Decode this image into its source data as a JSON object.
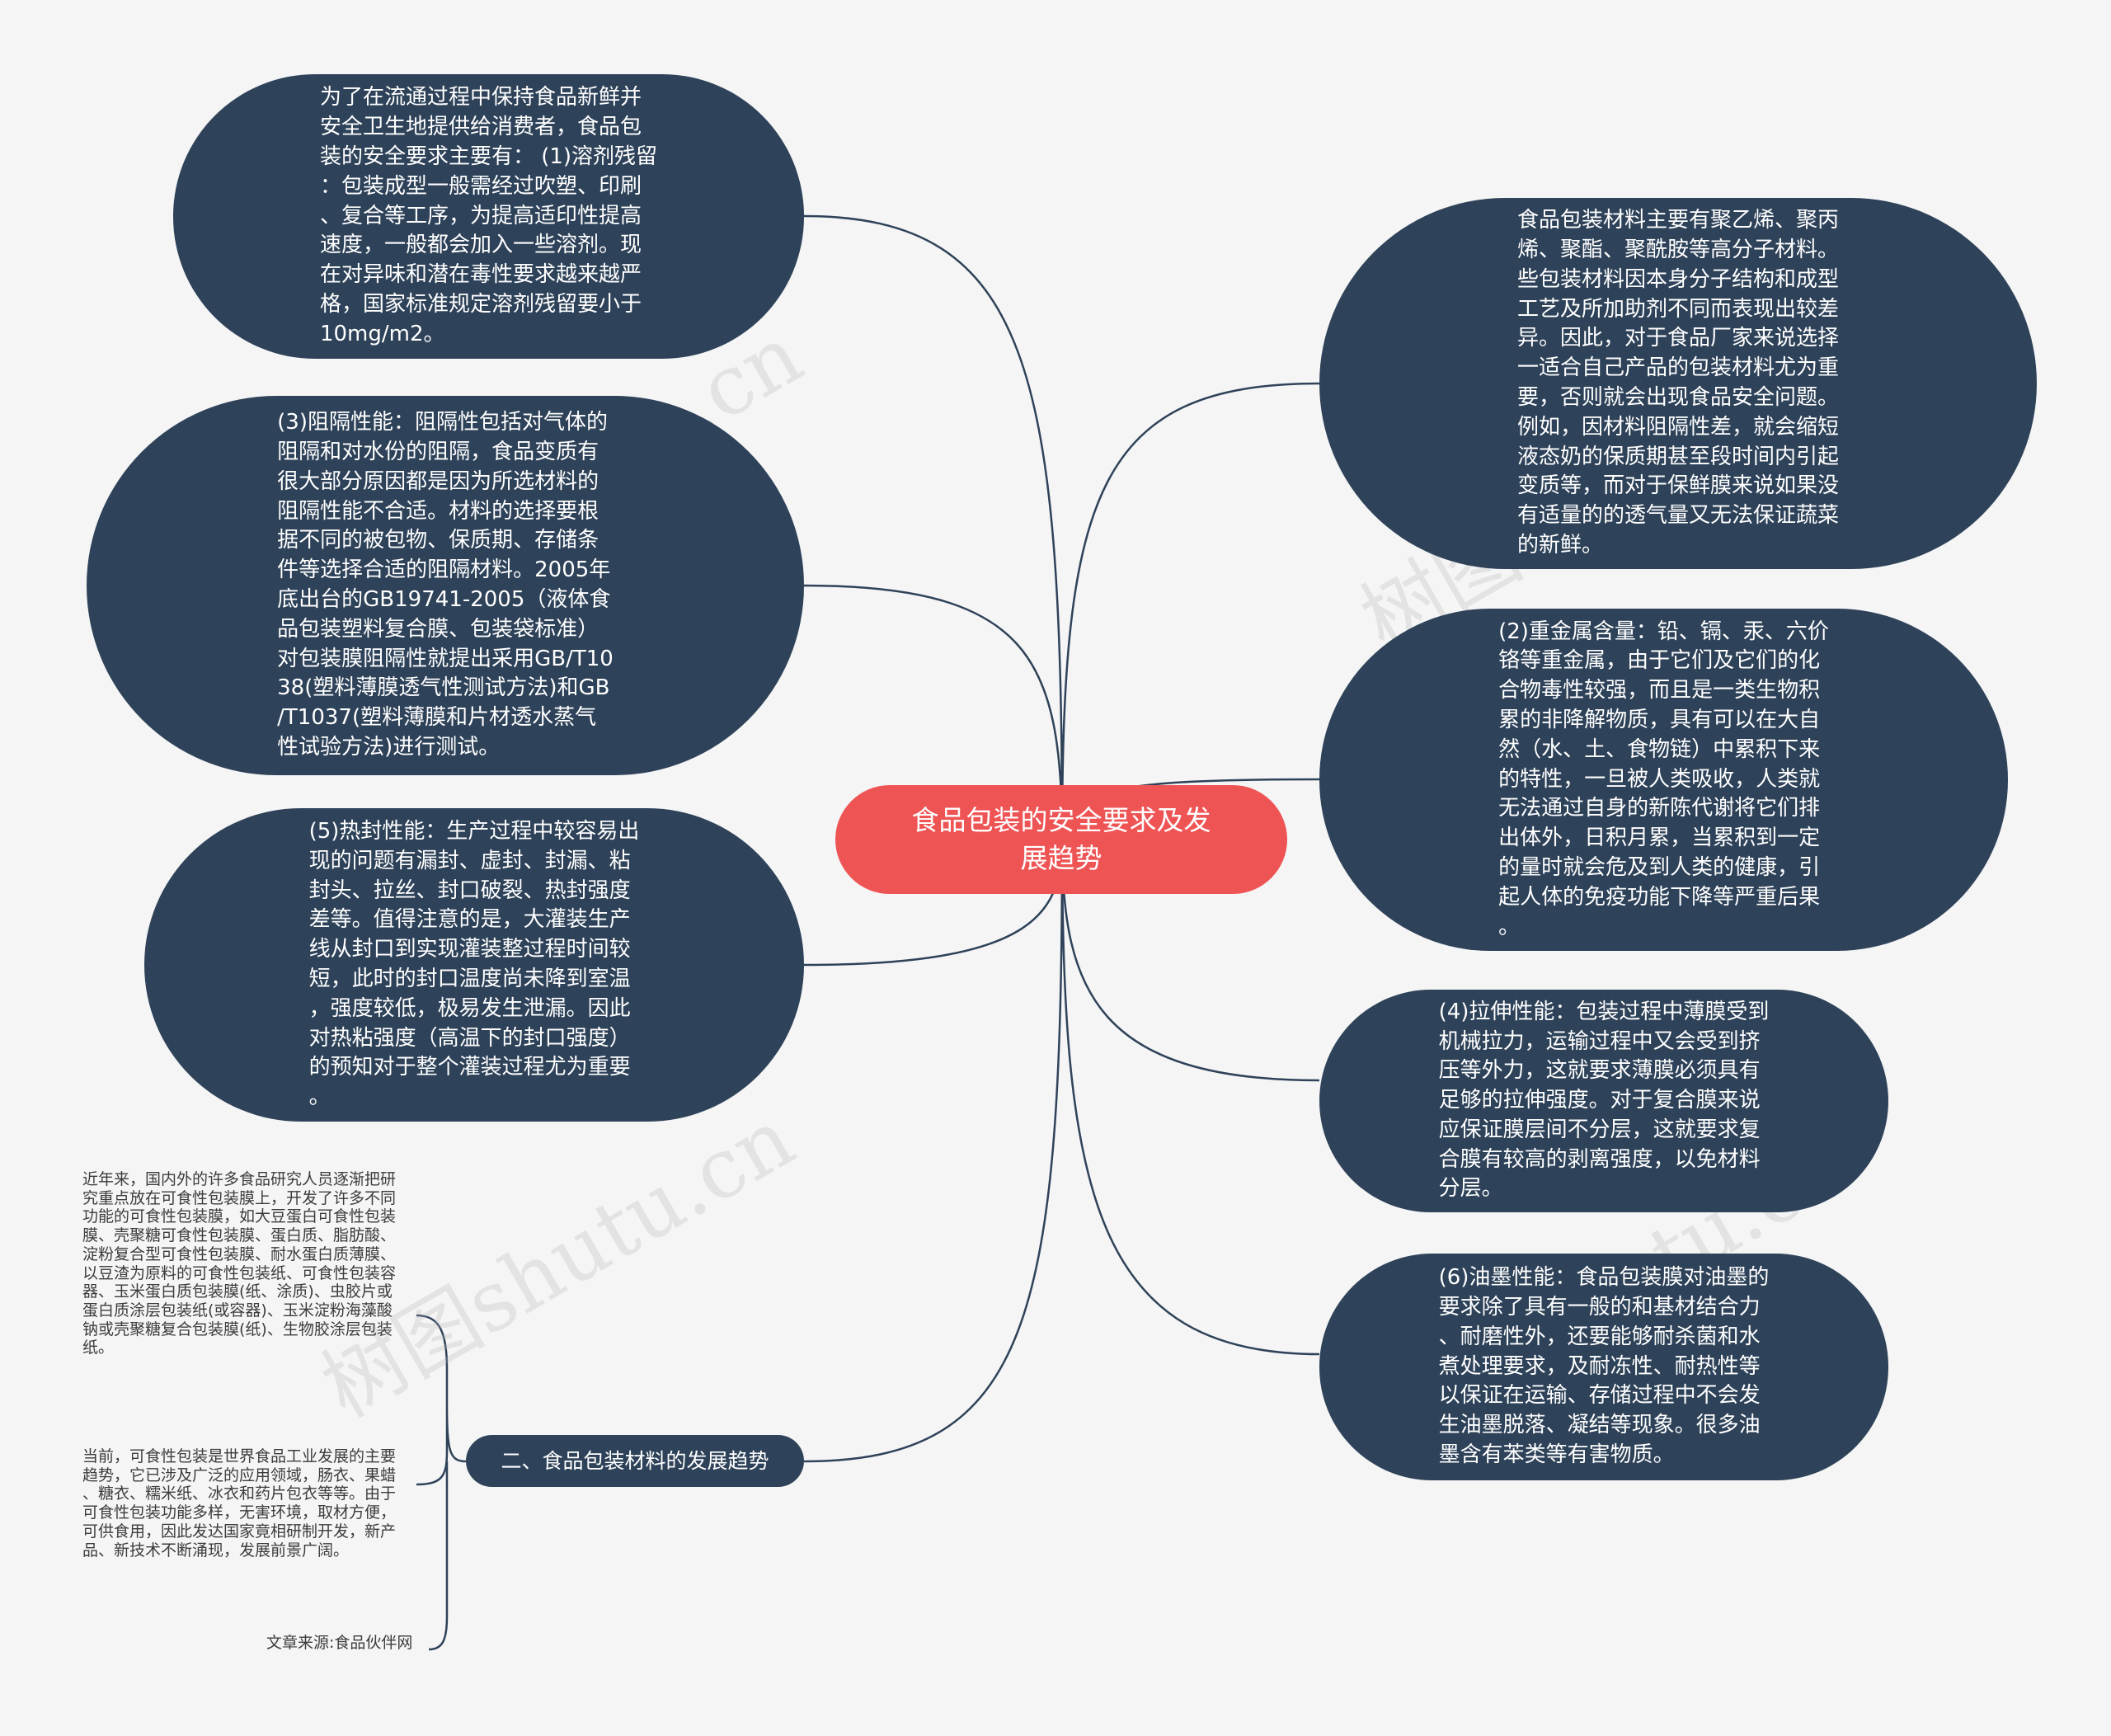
{
  "center": {
    "title": "食品包装的安全要求及发\n展趋势"
  },
  "nodes": {
    "n1": "为了在流通过程中保持食品新鲜并\n安全卫生地提供给消费者，食品包\n装的安全要求主要有： (1)溶剂残留\n：包装成型一般需经过吹塑、印刷\n、复合等工序，为提高适印性提高\n速度，一般都会加入一些溶剂。现\n在对异味和潜在毒性要求越来越严\n格，国家标准规定溶剂残留要小于\n10mg/m2。",
    "n2": "(3)阻隔性能：阻隔性包括对气体的\n阻隔和对水份的阻隔，食品变质有\n很大部分原因都是因为所选材料的\n阻隔性能不合适。材料的选择要根\n据不同的被包物、保质期、存储条\n件等选择合适的阻隔材料。2005年\n底出台的GB19741-2005（液体食\n品包装塑料复合膜、包装袋标准）\n对包装膜阻隔性就提出采用GB/T10\n38(塑料薄膜透气性测试方法)和GB\n/T1037(塑料薄膜和片材透水蒸气\n性试验方法)进行测试。",
    "n3": "(5)热封性能：生产过程中较容易出\n现的问题有漏封、虚封、封漏、粘\n封头、拉丝、封口破裂、热封强度\n差等。值得注意的是，大灌装生产\n线从封口到实现灌装整过程时间较\n短，此时的封口温度尚未降到室温\n，强度较低，极易发生泄漏。因此\n对热粘强度（高温下的封口强度）\n的预知对于整个灌装过程尤为重要\n。",
    "n4": "食品包装材料主要有聚乙烯、聚丙\n烯、聚酯、聚酰胺等高分子材料。\n些包装材料因本身分子结构和成型\n工艺及所加助剂不同而表现出较差\n异。因此，对于食品厂家来说选择\n一适合自己产品的包装材料尤为重\n要，否则就会出现食品安全问题。\n例如，因材料阻隔性差，就会缩短\n液态奶的保质期甚至段时间内引起\n变质等，而对于保鲜膜来说如果没\n有适量的的透气量又无法保证蔬菜\n的新鲜。",
    "n5": "(2)重金属含量：铅、镉、汞、六价\n铬等重金属，由于它们及它们的化\n合物毒性较强，而且是一类生物积\n累的非降解物质，具有可以在大自\n然（水、土、食物链）中累积下来\n的特性，一旦被人类吸收，人类就\n无法通过自身的新陈代谢将它们排\n出体外，日积月累，当累积到一定\n的量时就会危及到人类的健康，引\n起人体的免疫功能下降等严重后果\n。",
    "n6": "(4)拉伸性能：包装过程中薄膜受到\n机械拉力，运输过程中又会受到挤\n压等外力，这就要求薄膜必须具有\n足够的拉伸强度。对于复合膜来说\n应保证膜层间不分层，这就要求复\n合膜有较高的剥离强度，以免材料\n分层。",
    "n7": "(6)油墨性能：食品包装膜对油墨的\n要求除了具有一般的和基材结合力\n、耐磨性外，还要能够耐杀菌和水\n煮处理要求，及耐冻性、耐热性等\n以保证在运输、存储过程中不会发\n生油墨脱落、凝结等现象。很多油\n墨含有苯类等有害物质。"
  },
  "trend": {
    "label": "二、食品包装材料的发展趋势",
    "leaves": {
      "l1": "近年来，国内外的许多食品研究人员逐渐把研\n究重点放在可食性包装膜上，开发了许多不同\n功能的可食性包装膜，如大豆蛋白可食性包装\n膜、壳聚糖可食性包装膜、蛋白质、脂肪酸、\n淀粉复合型可食性包装膜、耐水蛋白质薄膜、\n以豆渣为原料的可食性包装纸、可食性包装容\n器、玉米蛋白质包装膜(纸、涂质)、虫胶片或\n蛋白质涂层包装纸(或容器)、玉米淀粉海藻酸\n钠或壳聚糖复合包装膜(纸)、生物胶涂层包装\n纸。",
      "l2": "当前，可食性包装是世界食品工业发展的主要\n趋势，它已涉及广泛的应用领域，肠衣、果蜡\n、糖衣、糯米纸、冰衣和药片包衣等等。由于\n可食性包装功能多样，无害环境，取材方便，\n可供食用，因此发达国家竟相研制开发，新产\n品、新技术不断涌现，发展前景广阔。",
      "l3": "文章来源:食品伙伴网"
    }
  },
  "watermarks": {
    "w1": "树图shutu.cn",
    "w2": "树图shutu.cn",
    "w3": "树图shutu.cn",
    "w4": "树图shutu.cn"
  },
  "colors": {
    "node": "#2e4259",
    "center": "#ef5455",
    "line": "#2e4259",
    "background": "#f5f5f5"
  }
}
